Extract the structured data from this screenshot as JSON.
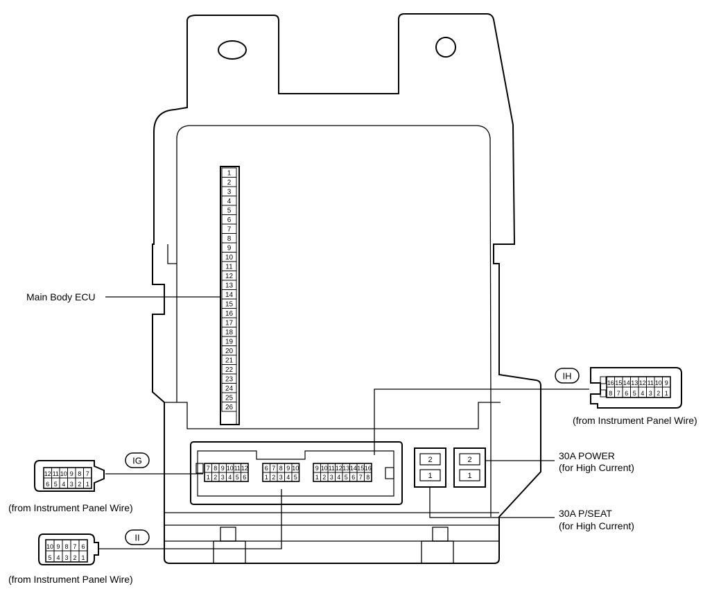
{
  "labels": {
    "main_body_ecu": "Main Body ECU",
    "ih_caption": "(from Instrument Panel Wire)",
    "ig_caption": "(from Instrument Panel Wire)",
    "ii_caption": "(from Instrument Panel Wire)",
    "power_line1": "30A POWER",
    "power_line2": "(for High Current)",
    "pseat_line1": "30A P/SEAT",
    "pseat_line2": "(for High Current)"
  },
  "tags": {
    "ih": "IH",
    "ig": "IG",
    "ii": "II"
  },
  "ecu_pins": [
    "1",
    "2",
    "3",
    "4",
    "5",
    "6",
    "7",
    "8",
    "9",
    "10",
    "11",
    "12",
    "13",
    "14",
    "15",
    "16",
    "17",
    "18",
    "19",
    "20",
    "21",
    "22",
    "23",
    "24",
    "25",
    "26"
  ],
  "connectors": {
    "ih": {
      "top": [
        "16",
        "15",
        "14",
        "13",
        "12",
        "11",
        "10",
        "9"
      ],
      "bottom": [
        "8",
        "7",
        "6",
        "5",
        "4",
        "3",
        "2",
        "1"
      ]
    },
    "ig": {
      "top": [
        "12",
        "11",
        "10",
        "9",
        "8",
        "7"
      ],
      "bottom": [
        "6",
        "5",
        "4",
        "3",
        "2",
        "1"
      ]
    },
    "ii": {
      "top": [
        "10",
        "9",
        "8",
        "7",
        "6"
      ],
      "bottom": [
        "5",
        "4",
        "3",
        "2",
        "1"
      ]
    }
  },
  "board_sockets": {
    "ig": {
      "top": [
        "7",
        "8",
        "9",
        "10",
        "11",
        "12"
      ],
      "bottom": [
        "1",
        "2",
        "3",
        "4",
        "5",
        "6"
      ]
    },
    "ii": {
      "top": [
        "6",
        "7",
        "8",
        "9",
        "10"
      ],
      "bottom": [
        "1",
        "2",
        "3",
        "4",
        "5"
      ]
    },
    "ih": {
      "top": [
        "9",
        "10",
        "11",
        "12",
        "13",
        "14",
        "15",
        "16"
      ],
      "bottom": [
        "1",
        "2",
        "3",
        "4",
        "5",
        "6",
        "7",
        "8"
      ]
    }
  },
  "fuse_sockets": {
    "pseat": {
      "top": "2",
      "bottom": "1"
    },
    "power": {
      "top": "2",
      "bottom": "1"
    }
  }
}
